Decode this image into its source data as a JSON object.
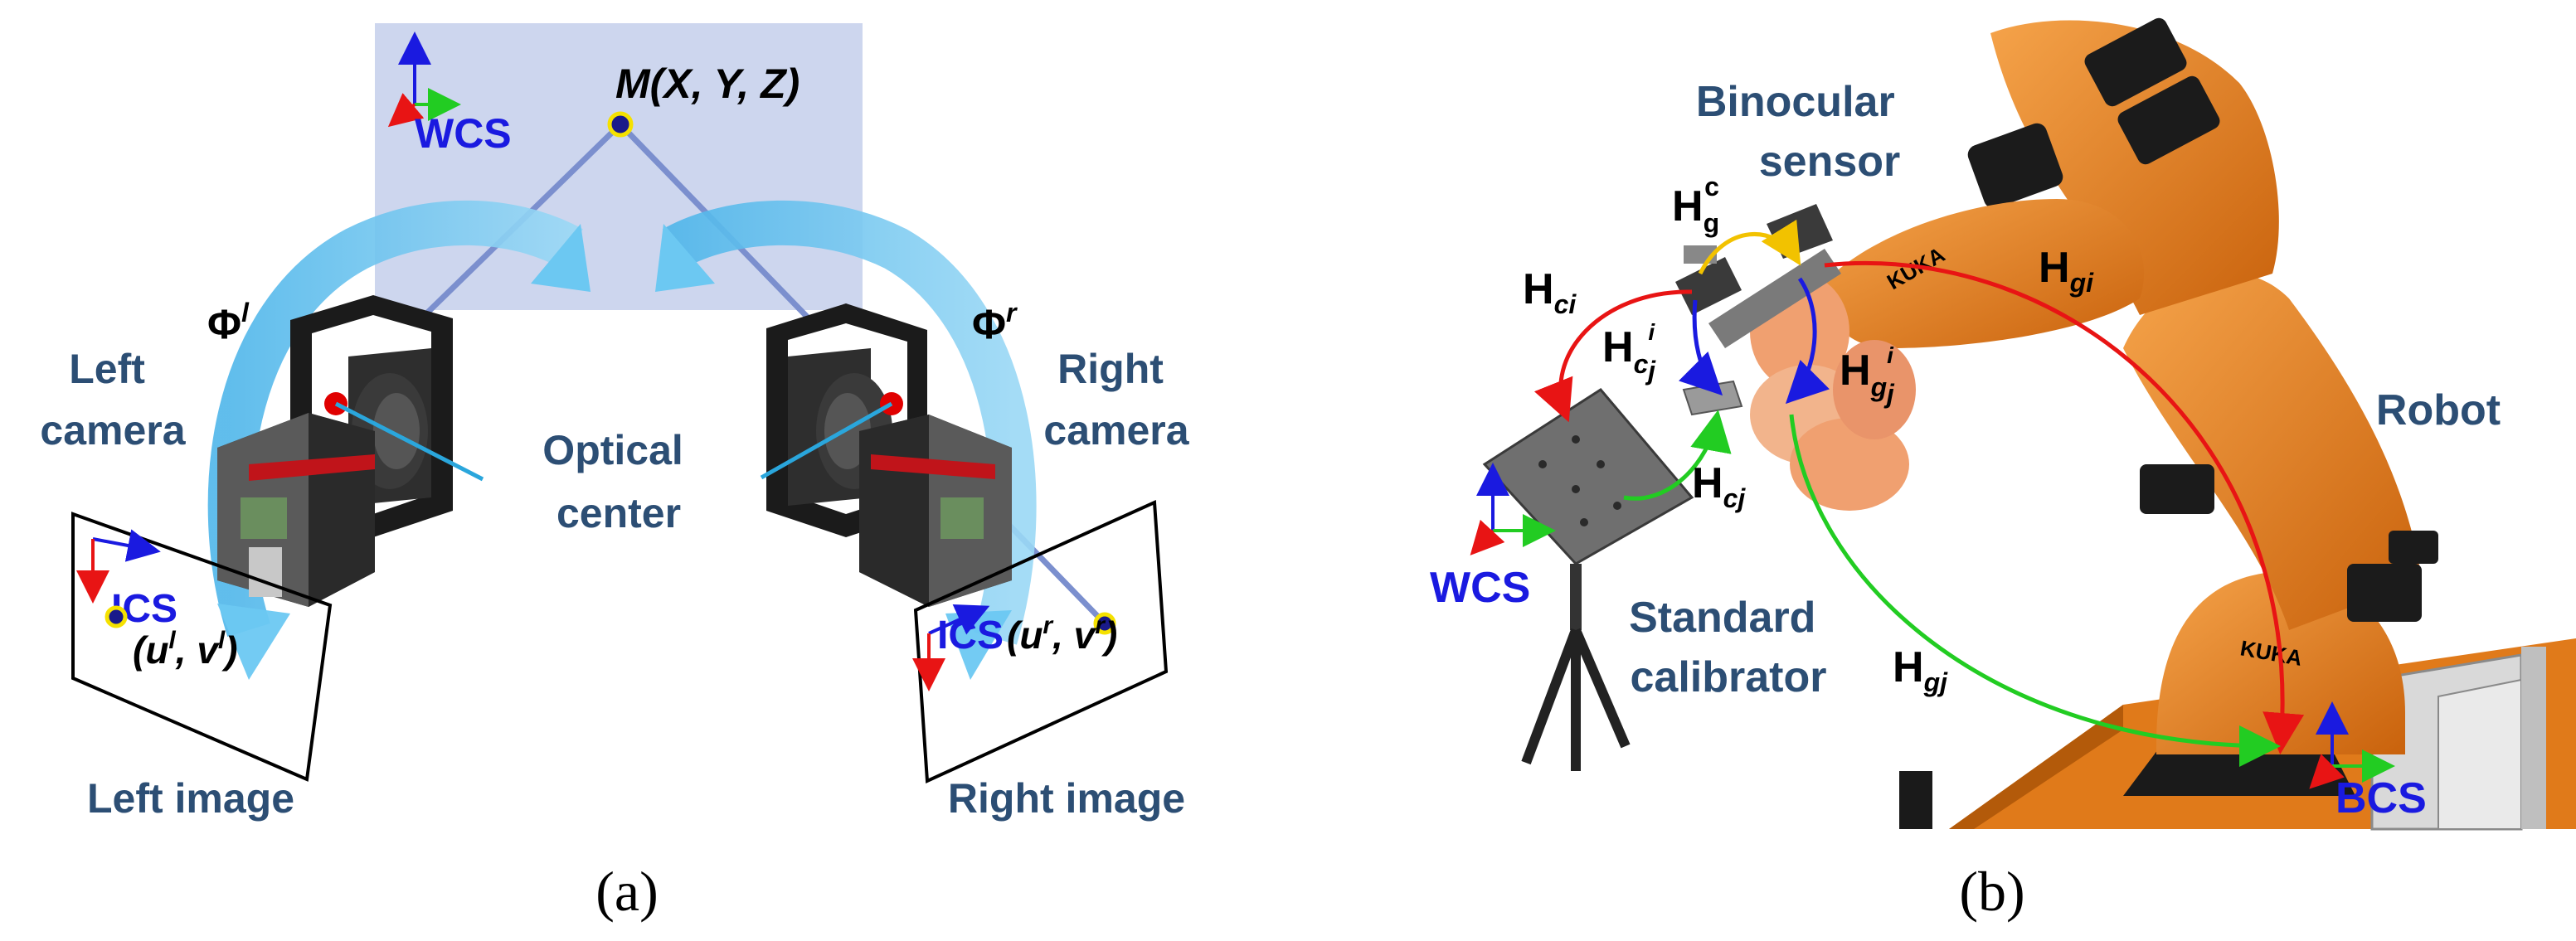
{
  "panel_a": {
    "caption": "(a)",
    "point_label": "M(X, Y, Z)",
    "wcs": "WCS",
    "phi_left": "Φ",
    "phi_left_sup": "l",
    "phi_right": "Φ",
    "phi_right_sup": "r",
    "left_camera_1": "Left",
    "left_camera_2": "camera",
    "right_camera_1": "Right",
    "right_camera_2": "camera",
    "optical_center_1": "Optical",
    "optical_center_2": "center",
    "ics_left": "ICS",
    "ics_right": "ICS",
    "uv_left": "(u",
    "uv_left_sup1": "l",
    "uv_left_mid": ", v",
    "uv_left_sup2": "l",
    "uv_left_end": ")",
    "uv_right": "(u",
    "uv_right_sup1": "r",
    "uv_right_mid": ", v",
    "uv_right_sup2": "r",
    "uv_right_end": ")",
    "left_image": "Left image",
    "right_image": "Right image"
  },
  "panel_b": {
    "caption": "(b)",
    "binocular_1": "Binocular",
    "binocular_2": "sensor",
    "robot": "Robot",
    "wcs": "WCS",
    "bcs": "BCS",
    "standard_1": "Standard",
    "standard_2": "calibrator",
    "robot_logo": "KUKA",
    "H": "H",
    "h_gc_sub": "g",
    "h_gc_sup": "c",
    "h_ci_sub": "ci",
    "h_cij_sub": "c",
    "h_cij_sup": "i",
    "h_cij_subj": "j",
    "h_gij_sub": "g",
    "h_gij_sup": "i",
    "h_gij_subj": "j",
    "h_gi_sub": "gi",
    "h_cj_sub": "cj",
    "h_gj_sub": "gj"
  },
  "colors": {
    "label_blue": "#2c4e74",
    "coord_blue": "#1a1ae0",
    "robot_orange": "#e07a1a",
    "arrow_red": "#e81414",
    "arrow_green": "#22cc22",
    "arrow_blue": "#1a1ae0",
    "arrow_yellow": "#f2c200",
    "region_fill": "#cdd6ee",
    "sweep_arrow": "#5cc0ee"
  }
}
